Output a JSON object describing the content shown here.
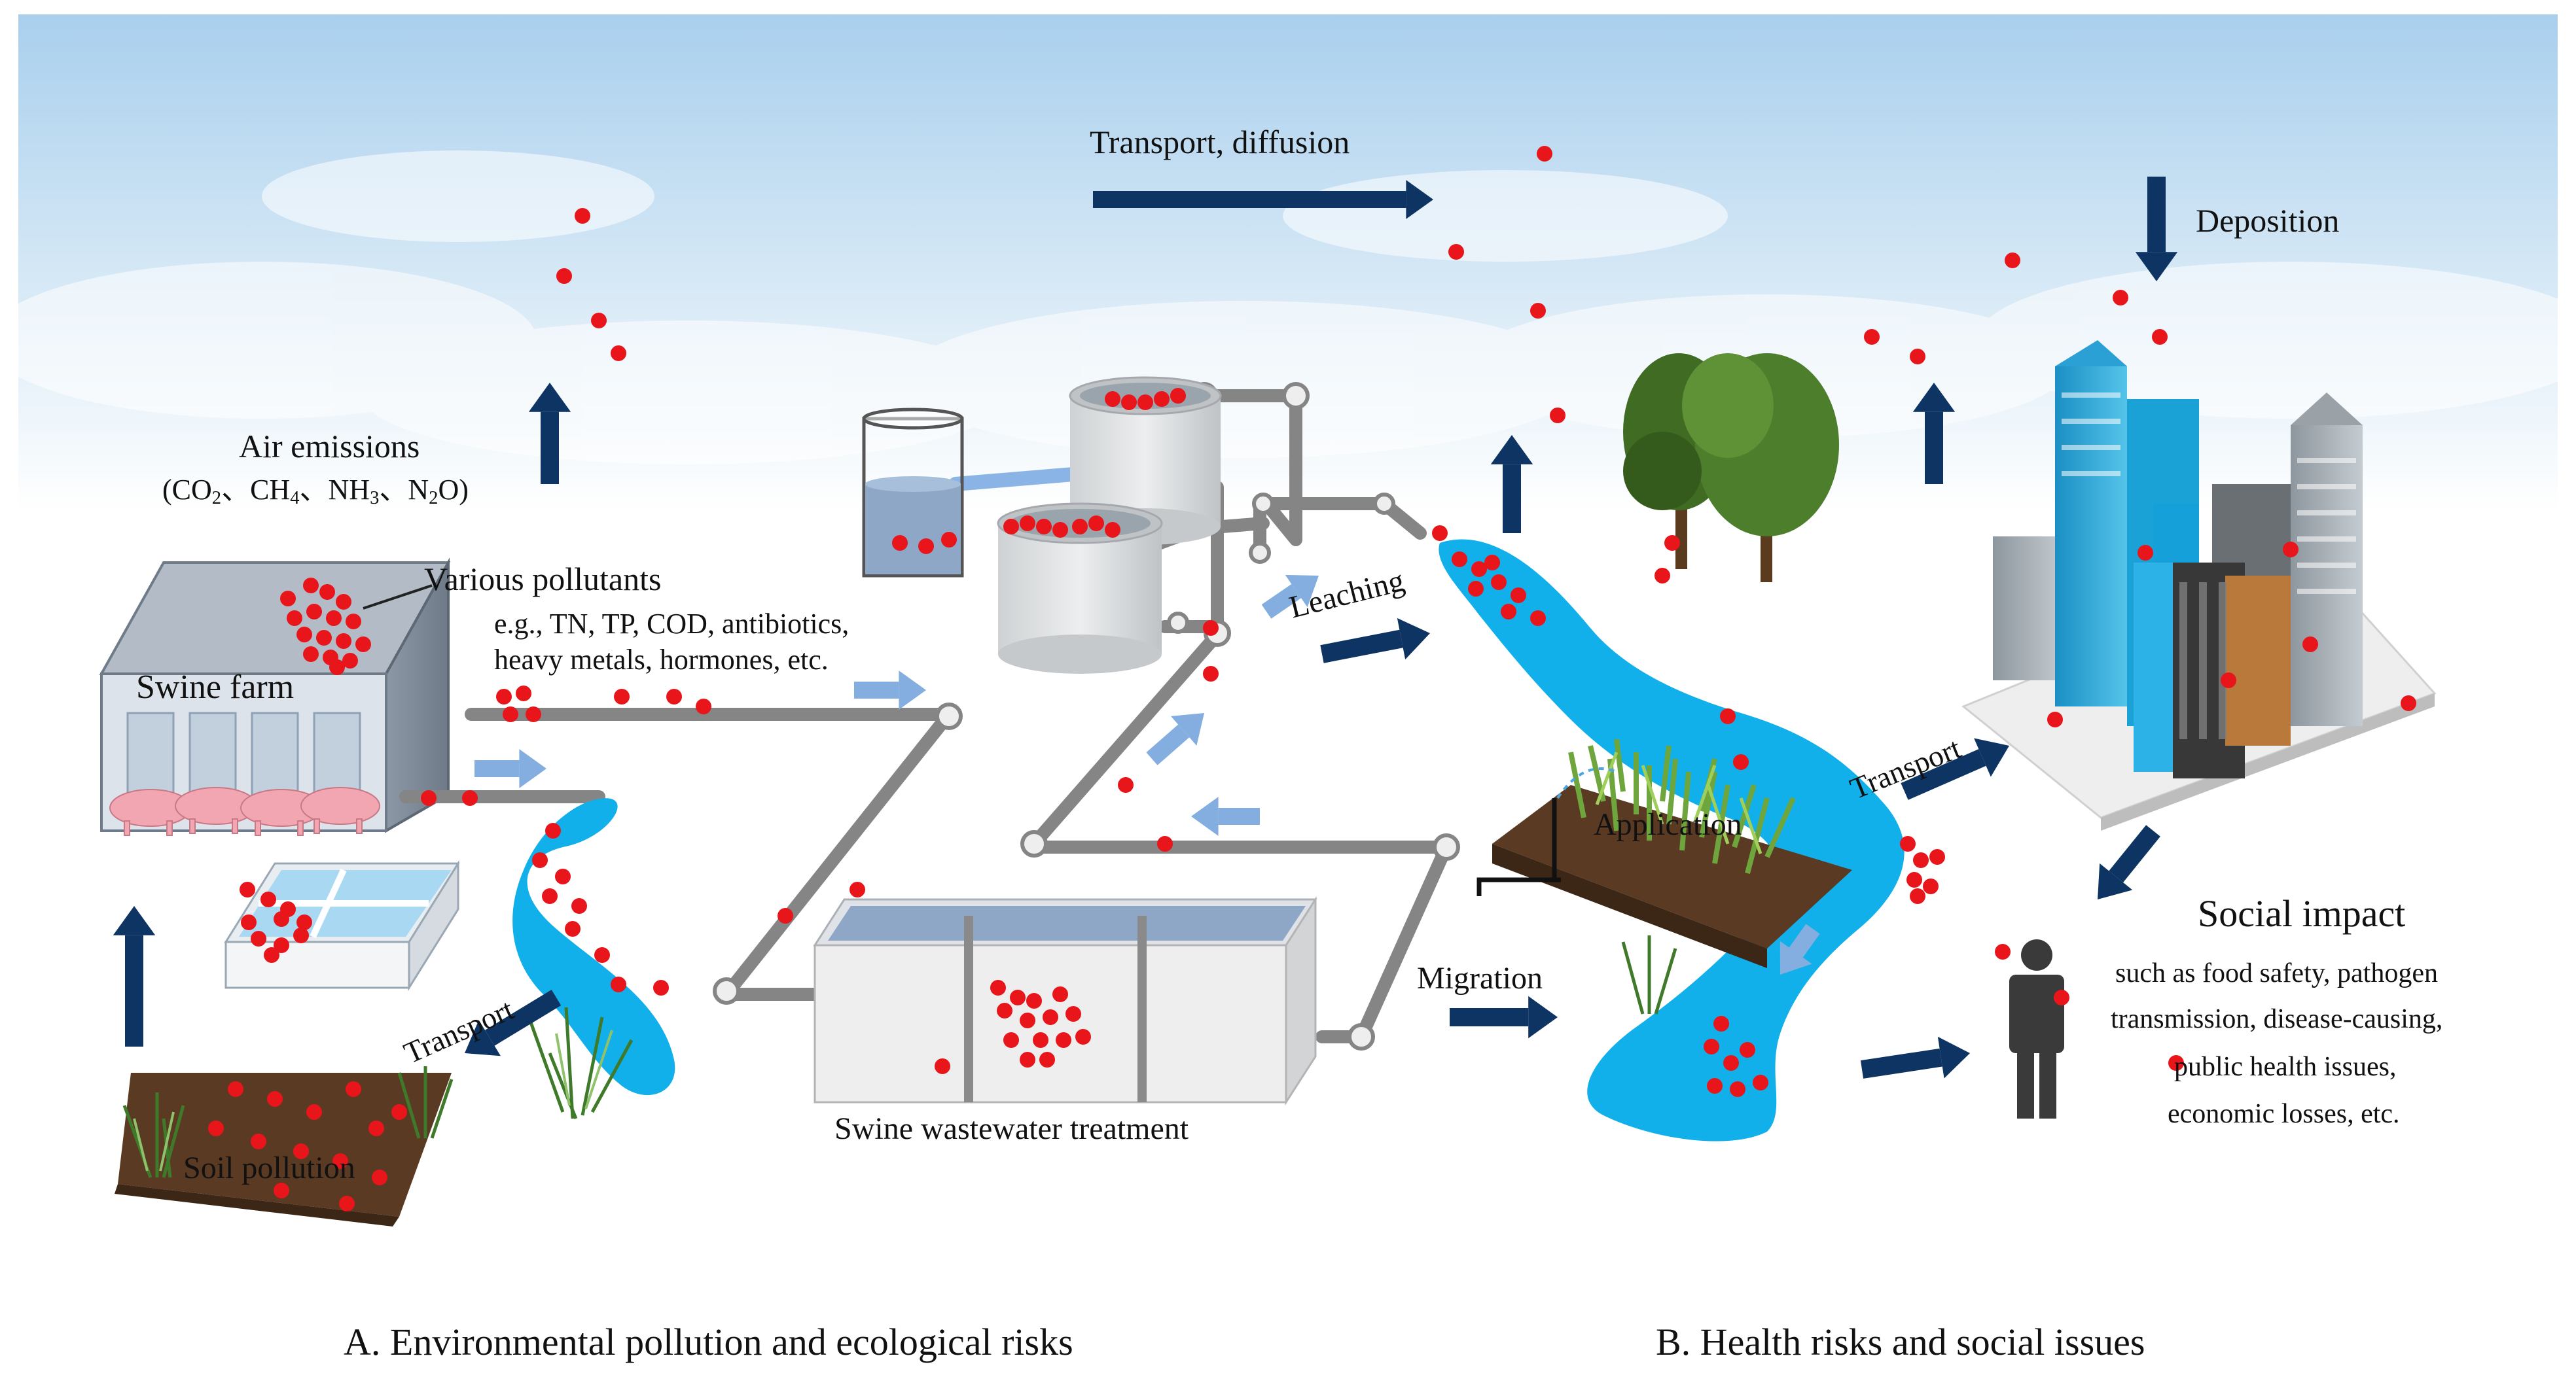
{
  "labels": {
    "transport_diffusion": "Transport, diffusion",
    "deposition": "Deposition",
    "air_emissions": "Air emissions",
    "various_pollutants": "Various pollutants",
    "pollutants_line1": "e.g., TN, TP, COD, antibiotics,",
    "pollutants_line2": "heavy metals, hormones, etc.",
    "swine_farm": "Swine farm",
    "leaching": "Leaching",
    "transport_left": "Transport",
    "transport_right": "Transport",
    "application": "Application",
    "migration": "Migration",
    "soil_pollution": "Soil pollution",
    "swine_wastewater_treatment": "Swine wastewater treatment",
    "social_impact": "Social impact",
    "social_line1": "such as food safety, pathogen",
    "social_line2": "transmission, disease-causing,",
    "social_line3": "public health issues,",
    "social_line4": "economic losses, etc.",
    "caption_a": "A. Environmental pollution and ecological risks",
    "caption_b": "B. Health risks and social issues"
  },
  "gases": {
    "open": "(",
    "co": "CO",
    "co_sub": "2",
    "sep1": "、",
    "ch": "CH",
    "ch_sub": "4",
    "sep2": "、",
    "nh": "NH",
    "nh_sub": "3",
    "sep3": "、",
    "n": "N",
    "n_sub": "2",
    "o": "O",
    "close": ")"
  },
  "colors": {
    "arrow_dark": "#0d3463",
    "arrow_light": "#84aee0",
    "pollutant_dot": "#e8151b",
    "water": "#12b0ea",
    "pipe": "#8a8a8a",
    "soil": "#5a3a22",
    "sky": "#b9d9f0"
  }
}
